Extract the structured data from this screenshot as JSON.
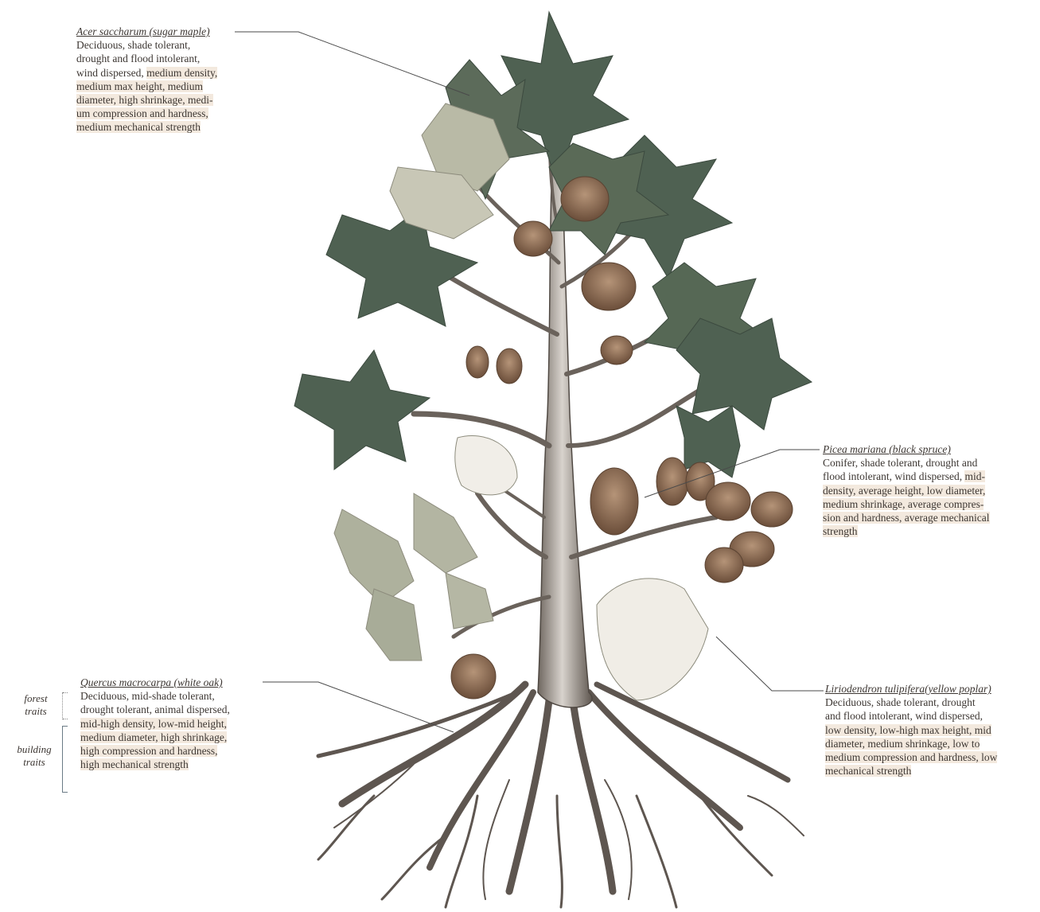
{
  "annotations": {
    "acer": {
      "title": "Acer saccharum (sugar maple)",
      "lines": [
        {
          "text": "Deciduous, shade tolerant,",
          "hl": false
        },
        {
          "text": "drought and flood intolerant,",
          "hl": false
        },
        {
          "text": "wind dispersed, ",
          "hl": false,
          "tail": "medium density,"
        },
        {
          "text": "medium max height, medium",
          "hl": true
        },
        {
          "text": "diameter, high shrinkage, medi-",
          "hl": true
        },
        {
          "text": "um compression and hardness,",
          "hl": true
        },
        {
          "text": "medium mechanical strength",
          "hl": true
        }
      ]
    },
    "picea": {
      "title": "Picea mariana (black spruce)",
      "lines": [
        {
          "text": "Conifer, shade tolerant, drought and",
          "hl": false
        },
        {
          "text": "flood intolerant, wind dispersed, ",
          "hl": false,
          "tail": "mid-"
        },
        {
          "text": "density, average height, low diameter,",
          "hl": true
        },
        {
          "text": "medium shrinkage, average compres-",
          "hl": true
        },
        {
          "text": "sion and hardness, average mechanical",
          "hl": true
        },
        {
          "text": "strength",
          "hl": true
        }
      ]
    },
    "quercus": {
      "title": "Quercus macrocarpa (white oak)",
      "lines": [
        {
          "text": "Deciduous, mid-shade tolerant,",
          "hl": false
        },
        {
          "text": "drought tolerant, animal dispersed,",
          "hl": false
        },
        {
          "text": "mid-high density, low-mid height,",
          "hl": true
        },
        {
          "text": "medium diameter, high shrinkage,",
          "hl": true
        },
        {
          "text": "high compression and hardness,",
          "hl": true
        },
        {
          "text": "high mechanical strength",
          "hl": true
        }
      ]
    },
    "lirio": {
      "title": "Liriodendron tulipifera(yellow poplar)",
      "lines": [
        {
          "text": "Deciduous, shade tolerant, drought",
          "hl": false
        },
        {
          "text": "and flood intolerant, wind dispersed,",
          "hl": false
        },
        {
          "text": "low density, low-high max height, mid",
          "hl": true
        },
        {
          "text": "diameter, medium shrinkage, low to",
          "hl": true
        },
        {
          "text": "medium compression and hardness, low",
          "hl": true
        },
        {
          "text": "mechanical strength",
          "hl": true
        }
      ]
    }
  },
  "legend": {
    "forest": [
      "forest",
      "traits"
    ],
    "building": [
      "building",
      "traits"
    ]
  },
  "colors": {
    "highlight": "#f3e9de",
    "leaf_dark": "#4f6152",
    "leaf_mid": "#6b7a66",
    "leaf_pale": "#c8c7b6",
    "bark": "#8a8178",
    "cone": "#8a6a52",
    "leader_line": "#4a4a4a"
  }
}
